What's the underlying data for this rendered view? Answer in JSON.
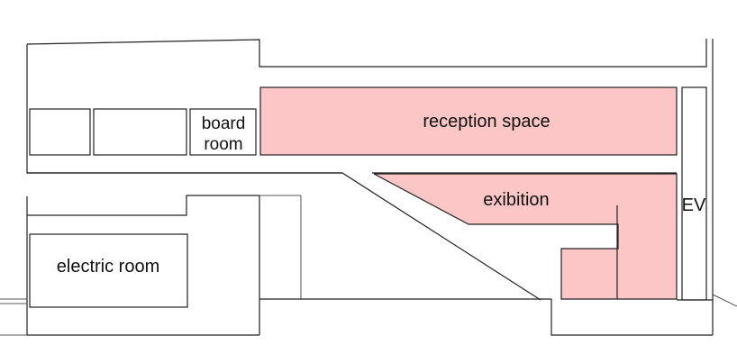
{
  "colors": {
    "highlight": "#fcc6c6",
    "line": "#222222",
    "background": "#ffffff"
  },
  "labels": {
    "board_room_line1": "board",
    "board_room_line2": "room",
    "reception_space": "reception space",
    "exibition": "exibition",
    "ev": "EV",
    "electric_room": "electric room"
  }
}
